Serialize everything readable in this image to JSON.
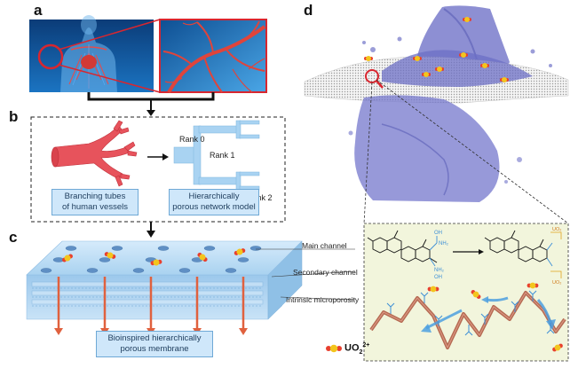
{
  "panels": {
    "a": {
      "letter": "a"
    },
    "b": {
      "letter": "b",
      "rank0": "Rank 0",
      "rank1": "Rank 1",
      "rank2": "Rank 2",
      "left_caption_line1": "Branching tubes",
      "left_caption_line2": "of human vessels",
      "right_caption_line1": "Hierarchically",
      "right_caption_line2": "porous network model"
    },
    "c": {
      "letter": "c",
      "main_channel": "Main channel",
      "secondary_channel": "Secondary channel",
      "intrinsic_microporosity": "Intrinsic microporosity",
      "caption_line1": "Bioinspired hierarchically",
      "caption_line2": "porous membrane",
      "legend_label": "UO",
      "legend_sub": "2",
      "legend_sup": "2+"
    },
    "d": {
      "letter": "d"
    }
  },
  "colors": {
    "vessel_red": "#e3434f",
    "network_blue": "#a9d3f2",
    "membrane_blue": "#bcdcf4",
    "channel_red": "#e0613e",
    "volume_purple": "#6f72c9",
    "inset_bg": "#f2f5dc",
    "polymer_brown": "#b56a52",
    "accent_blue": "#3d8fd6",
    "uranyl_yellow": "#f3c51d"
  }
}
